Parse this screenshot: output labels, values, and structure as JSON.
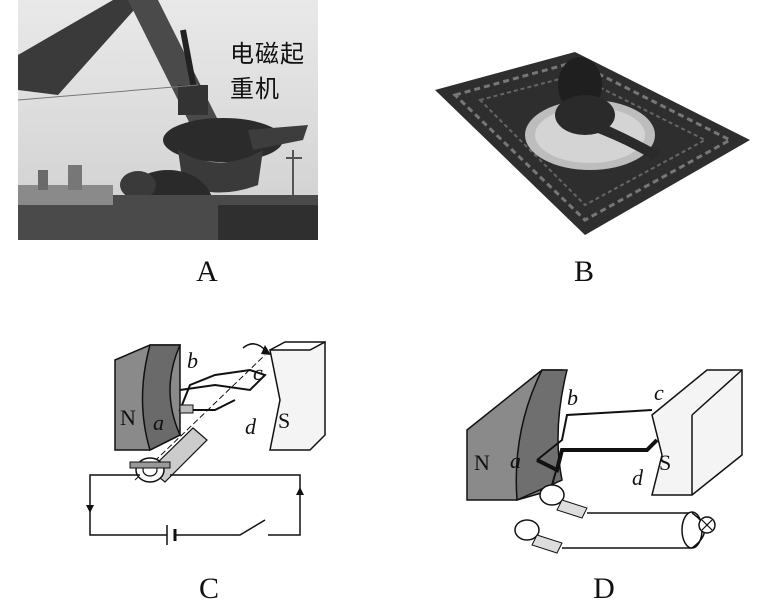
{
  "panels": {
    "a": {
      "caption": "A",
      "title": "电磁起重机"
    },
    "b": {
      "caption": "B"
    },
    "c": {
      "caption": "C",
      "pole_n": "N",
      "pole_s": "S",
      "coil_a": "a",
      "coil_b": "b",
      "coil_c": "c",
      "coil_d": "d"
    },
    "d": {
      "caption": "D",
      "pole_n": "N",
      "pole_s": "S",
      "coil_a": "a",
      "coil_b": "b",
      "coil_c": "c",
      "coil_d": "d"
    }
  }
}
